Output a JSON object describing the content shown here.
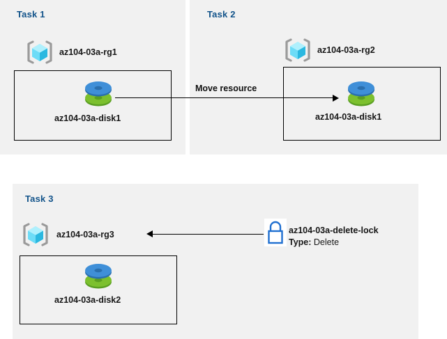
{
  "diagram": {
    "type": "azure-resource-diagram",
    "background": "#ffffff",
    "panel_color": "#f1f1f1",
    "title_color": "#12538a",
    "accent_blue": "#1f6fd0",
    "disk_blue": "#3f8fd8",
    "disk_green": "#79bc2f",
    "rg_cube_cyan": "#7fe3f7"
  },
  "tasks": [
    {
      "id": "task1",
      "title": "Task 1",
      "resource_group": {
        "name": "az104-03a-rg1",
        "icon": "resource-group-icon"
      },
      "resource": {
        "name": "az104-03a-disk1",
        "icon": "managed-disk-icon"
      }
    },
    {
      "id": "task2",
      "title": "Task 2",
      "resource_group": {
        "name": "az104-03a-rg2",
        "icon": "resource-group-icon"
      },
      "resource": {
        "name": "az104-03a-disk1",
        "icon": "managed-disk-icon"
      }
    },
    {
      "id": "task3",
      "title": "Task 3",
      "resource_group": {
        "name": "az104-03a-rg3",
        "icon": "resource-group-icon"
      },
      "resource": {
        "name": "az104-03a-disk2",
        "icon": "managed-disk-icon"
      },
      "lock": {
        "name": "az104-03a-delete-lock",
        "type_label": "Type:",
        "type_value": "Delete",
        "icon": "lock-icon"
      }
    }
  ],
  "connectors": [
    {
      "id": "move-connector",
      "label": "Move resource",
      "direction": "right",
      "from": "az104-03a-disk1 (Task 1)",
      "to": "az104-03a-disk1 (Task 2)"
    },
    {
      "id": "lock-connector",
      "label": "",
      "direction": "left",
      "from": "az104-03a-delete-lock",
      "to": "az104-03a-rg3"
    }
  ]
}
